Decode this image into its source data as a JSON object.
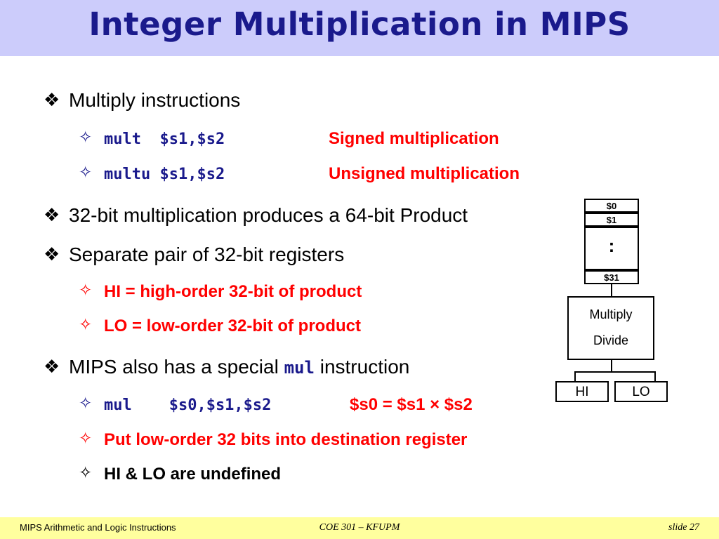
{
  "slide": {
    "title": "Integer Multiplication in MIPS",
    "banner_color": "#CCCCFB",
    "title_color": "#1A1A8C",
    "code_color": "#1A1A8C",
    "accent_red": "#FF0000",
    "footer_color": "#FFFF9E"
  },
  "bullets": {
    "b1": {
      "text": "Multiply instructions",
      "marker": "diamond-bullet"
    },
    "b1_sub": [
      {
        "marker": "open-diamond-bullet",
        "code": "mult  $s1,$s2",
        "desc": "Signed multiplication"
      },
      {
        "marker": "open-diamond-bullet",
        "code": "multu $s1,$s2",
        "desc": "Unsigned multiplication"
      }
    ],
    "b2": {
      "text": "32-bit multiplication produces a 64-bit Product",
      "marker": "diamond-bullet"
    },
    "b3": {
      "text": "Separate pair of 32-bit registers",
      "marker": "diamond-bullet"
    },
    "b3_sub": [
      {
        "marker": "open-diamond-bullet",
        "text": "HI = high-order 32-bit of product"
      },
      {
        "marker": "open-diamond-bullet",
        "text": "LO = low-order 32-bit of product"
      }
    ],
    "b4": {
      "prefix": "MIPS also has a special ",
      "code": "mul",
      "suffix": " instruction",
      "marker": "diamond-bullet"
    },
    "b4_sub": [
      {
        "marker": "open-diamond-bullet",
        "code": "mul    $s0,$s1,$s2",
        "desc": "$s0 = $s1 × $s2"
      },
      {
        "marker": "open-diamond-bullet",
        "text": "Put low-order 32 bits into destination register"
      },
      {
        "marker": "open-diamond-bullet",
        "text": "HI & LO are undefined"
      }
    ]
  },
  "diagram": {
    "registers": [
      {
        "label": "$0"
      },
      {
        "label": "$1"
      },
      {
        "label": ":"
      },
      {
        "label": "$31"
      }
    ],
    "unit": {
      "line1": "Multiply",
      "line2": "Divide"
    },
    "outputs": [
      {
        "label": "HI"
      },
      {
        "label": "LO"
      }
    ]
  },
  "footer": {
    "left": "MIPS Arithmetic and Logic Instructions",
    "center": "COE 301 – KFUPM",
    "right": "slide 27"
  }
}
